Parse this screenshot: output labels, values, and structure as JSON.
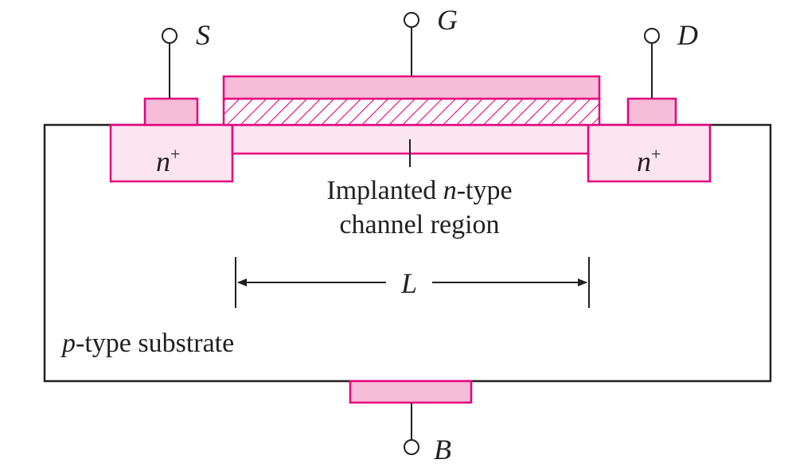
{
  "terminals": {
    "source": "S",
    "gate": "G",
    "drain": "D",
    "body": "B"
  },
  "regions": {
    "source_doping": "n",
    "drain_doping": "n",
    "doping_superscript": "+",
    "channel_label_line1_a": "Implanted ",
    "channel_label_line1_b": "n",
    "channel_label_line1_c": "-type",
    "channel_label_line2": "channel region",
    "substrate_label_a": "p",
    "substrate_label_b": "-type substrate"
  },
  "dimension": {
    "length_label": "L"
  },
  "colors": {
    "outline": "#231f20",
    "magenta": "#e6007e",
    "pink_fill": "#f6bcd8",
    "light_pink_fill": "#fce4f0",
    "hatch": "#e6007e"
  }
}
